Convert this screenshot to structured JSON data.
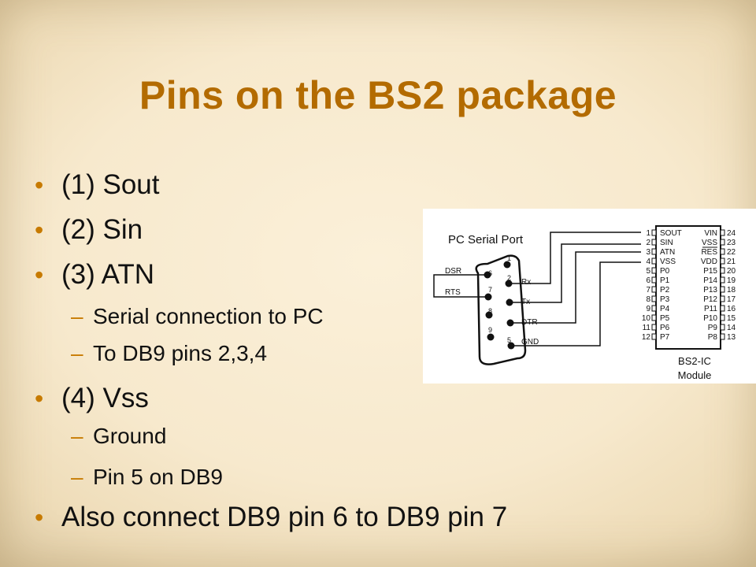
{
  "slide": {
    "title": "Pins on the BS2 package",
    "items": [
      {
        "text": "(1) Sout"
      },
      {
        "text": "(2) Sin"
      },
      {
        "text": "(3) ATN"
      },
      {
        "text": "Serial connection to PC"
      },
      {
        "text": "To DB9 pins 2,3,4"
      },
      {
        "text": "(4) Vss"
      },
      {
        "text": "Ground"
      },
      {
        "text": "Pin 5 on DB9"
      },
      {
        "text": "Also connect DB9 pin 6 to DB9 pin 7"
      }
    ],
    "bullet_glyph": "•",
    "dash_glyph": "–"
  },
  "diagram": {
    "port_title": "PC Serial Port",
    "db9_pins": [
      "1",
      "2",
      "3",
      "4",
      "5",
      "6",
      "7",
      "8",
      "9"
    ],
    "signal_labels": {
      "rx": "Rx",
      "tx": "Tx",
      "dtr": "DTR",
      "gnd": "GND",
      "dsr": "DSR",
      "rts": "RTS"
    },
    "module_left_nums": [
      "1",
      "2",
      "3",
      "4",
      "5",
      "6",
      "7",
      "8",
      "9",
      "10",
      "11",
      "12"
    ],
    "module_left_names": [
      "SOUT",
      "SIN",
      "ATN",
      "VSS",
      "P0",
      "P1",
      "P2",
      "P3",
      "P4",
      "P5",
      "P6",
      "P7"
    ],
    "module_right_names": [
      "VIN",
      "VSS",
      "RES",
      "VDD",
      "P15",
      "P14",
      "P13",
      "P12",
      "P11",
      "P10",
      "P9",
      "P8"
    ],
    "module_right_nums": [
      "24",
      "23",
      "22",
      "21",
      "20",
      "19",
      "18",
      "17",
      "16",
      "15",
      "14",
      "13"
    ],
    "module_name": "BS2-IC",
    "module_sub": "Module"
  },
  "colors": {
    "title": "#b36b00",
    "bullet": "#c77a00",
    "text": "#111111"
  }
}
